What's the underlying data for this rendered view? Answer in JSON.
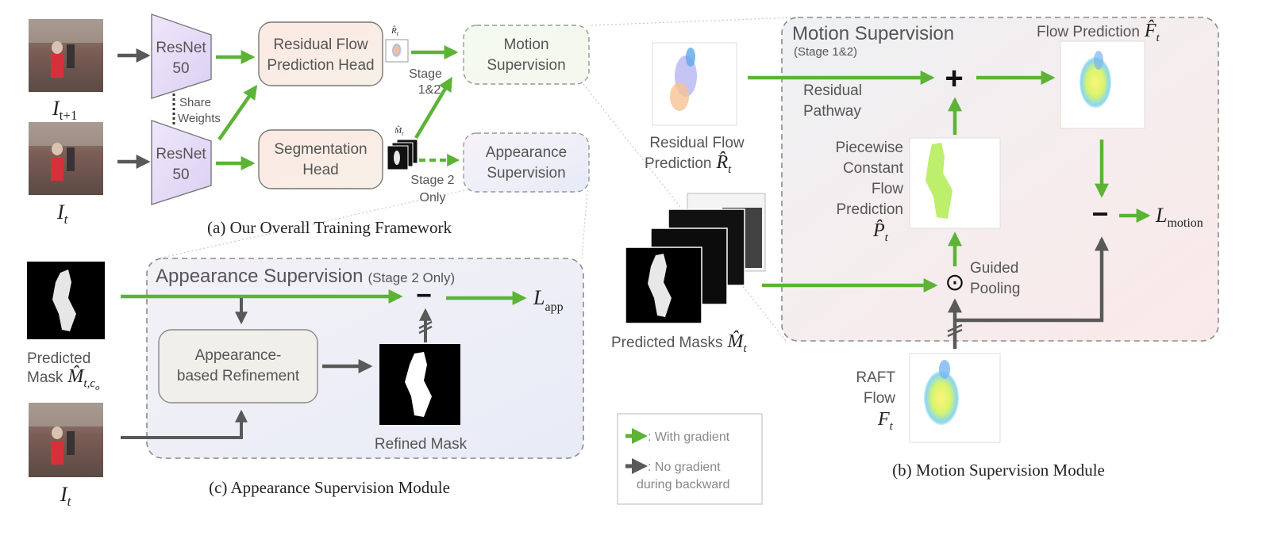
{
  "colors": {
    "green_arrow": "#5cb336",
    "gray_arrow": "#595959",
    "dashed_border": "#8c8c8c",
    "photo_placeholder": "#7d5c52"
  },
  "frames": {
    "i_t1": "I",
    "i_t1_sub": "t+1",
    "i_t": "I",
    "i_t_sub": "t",
    "i_t_bottom": "I",
    "i_t_bottom_sub": "t"
  },
  "encoders": {
    "top_line1": "ResNet",
    "top_line2": "50",
    "bottom_line1": "ResNet",
    "bottom_line2": "50",
    "share_line1": "Share",
    "share_line2": "Weights"
  },
  "heads": {
    "residual_line1": "Residual Flow",
    "residual_line2": "Prediction Head",
    "segmentation_line1": "Segmentation",
    "segmentation_line2": "Head",
    "residual_thumb_label": "R̂",
    "residual_thumb_sub": "t",
    "masks_thumb_label": "M̂",
    "masks_thumb_sub": "t"
  },
  "supervision_boxes": {
    "motion_line1": "Motion",
    "motion_line2": "Supervision",
    "appearance_line1": "Appearance",
    "appearance_line2": "Supervision",
    "stage12_line1": "Stage",
    "stage12_line2": "1&2",
    "stage2_line1": "Stage 2",
    "stage2_line2": "Only"
  },
  "captions": {
    "a": "(a) Our Overall Training Framework",
    "b": "(b) Motion Supervision Module",
    "c": "(c) Appearance Supervision Module"
  },
  "appearance_module": {
    "title": "Appearance Supervision",
    "title_note": "(Stage 2 Only)",
    "predicted_line1": "Predicted",
    "predicted_line2": "Mask",
    "predicted_symbol": "M̂",
    "predicted_sub": "t,c",
    "predicted_subsub": "o",
    "refinement_line1": "Appearance-",
    "refinement_line2": "based Refinement",
    "refined_label": "Refined Mask",
    "minus": "−",
    "loss": "L",
    "loss_sub": "app"
  },
  "motion_module": {
    "title": "Motion Supervision",
    "title_note": "(Stage 1&2)",
    "flow_prediction_label": "Flow Prediction",
    "flow_prediction_symbol": "F̂",
    "flow_prediction_sub": "t",
    "residual_flow_line1": "Residual Flow",
    "residual_flow_line2": "Prediction",
    "residual_flow_symbol": "R̂",
    "residual_flow_sub": "t",
    "residual_pathway_line1": "Residual",
    "residual_pathway_line2": "Pathway",
    "piecewise_line1": "Piecewise",
    "piecewise_line2": "Constant",
    "piecewise_line3": "Flow",
    "piecewise_line4": "Prediction",
    "piecewise_symbol": "P̂",
    "piecewise_sub": "t",
    "guided_line1": "Guided",
    "guided_line2": "Pooling",
    "predicted_masks_label": "Predicted Masks",
    "predicted_masks_symbol": "M̂",
    "predicted_masks_sub": "t",
    "raft_line1": "RAFT",
    "raft_line2": "Flow",
    "raft_symbol": "F",
    "raft_sub": "t",
    "plus": "+",
    "odot": "⊙",
    "minus": "−",
    "loss": "L",
    "loss_sub": "motion"
  },
  "legend": {
    "with_gradient": ": With gradient",
    "no_gradient_line1": ": No gradient",
    "no_gradient_line2": "during backward"
  }
}
